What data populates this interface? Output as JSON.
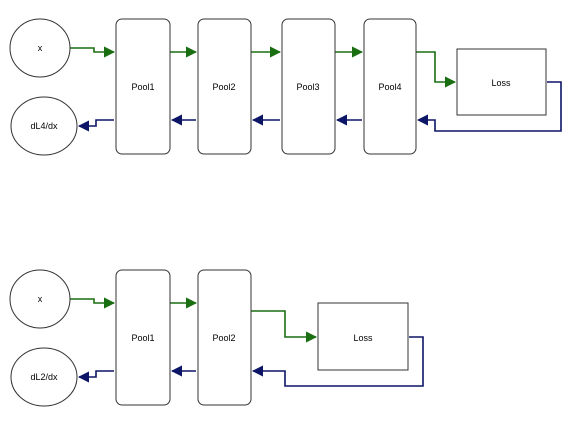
{
  "diagram_top": {
    "input": "x",
    "gradient_output": "dL4/dx",
    "pools": [
      "Pool1",
      "Pool2",
      "Pool3",
      "Pool4"
    ],
    "loss": "Loss"
  },
  "diagram_bottom": {
    "input": "x",
    "gradient_output": "dL2/dx",
    "pools": [
      "Pool1",
      "Pool2"
    ],
    "loss": "Loss"
  },
  "colors": {
    "forward_arrow": "#1a6e12",
    "backward_arrow": "#0d1566",
    "node_stroke": "#333333",
    "node_fill": "#ffffff",
    "text": "#000000"
  }
}
